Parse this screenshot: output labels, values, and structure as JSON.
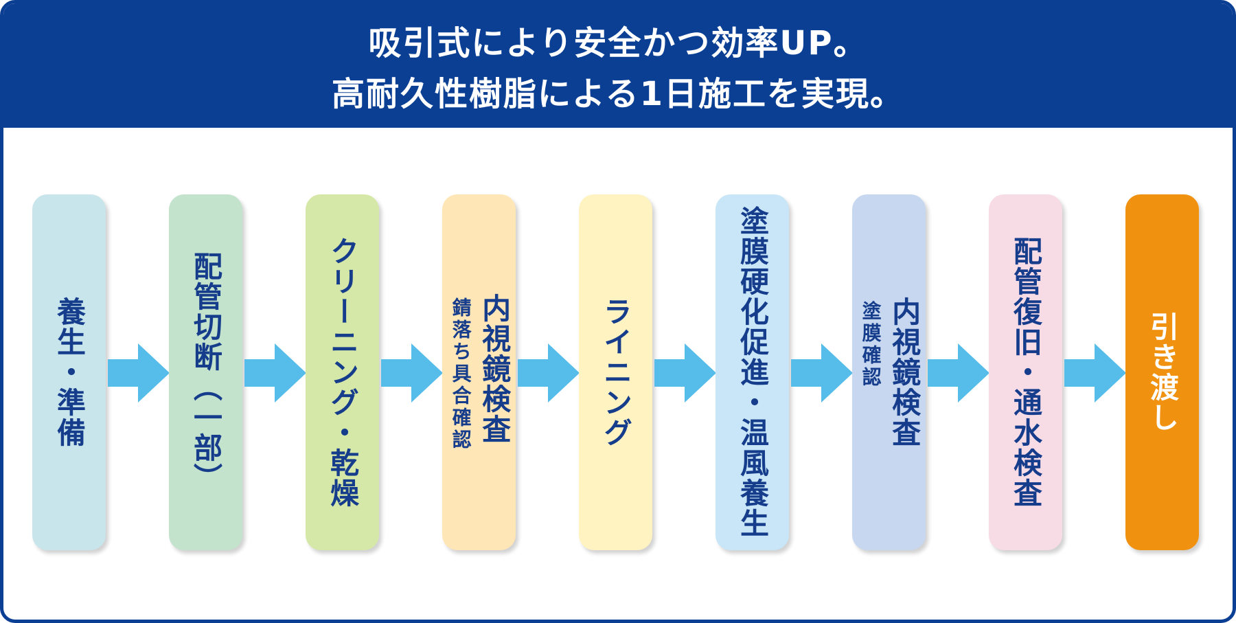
{
  "header": {
    "line1": "吸引式により安全かつ効率UP。",
    "line2": "高耐久性樹脂による1日施工を実現。"
  },
  "steps": [
    {
      "label": "養生・準備",
      "note": "",
      "color": "#c7e5eb"
    },
    {
      "label": "配管切断（一部）",
      "note": "",
      "color": "#c4e3cd"
    },
    {
      "label": "クリーニング・乾燥",
      "note": "",
      "color": "#d6e8a8"
    },
    {
      "label": "内視鏡検査",
      "note": "錆落ち具合確認",
      "color": "#ffe6b6"
    },
    {
      "label": "ライニング",
      "note": "",
      "color": "#fff3c2"
    },
    {
      "label": "塗膜硬化促進・温風養生",
      "note": "",
      "color": "#c8e6f7"
    },
    {
      "label": "内視鏡検査",
      "note": "塗膜確認",
      "color": "#c6d7ef"
    },
    {
      "label": "配管復旧・通水検査",
      "note": "",
      "color": "#f7dce6"
    },
    {
      "label": "引き渡し",
      "note": "",
      "color": "#f0920f"
    }
  ],
  "colors": {
    "brand": "#0b3f94",
    "text": "#163d8c",
    "arrow": "#56bce9"
  },
  "icons": {
    "connector": "right-arrow-icon"
  }
}
